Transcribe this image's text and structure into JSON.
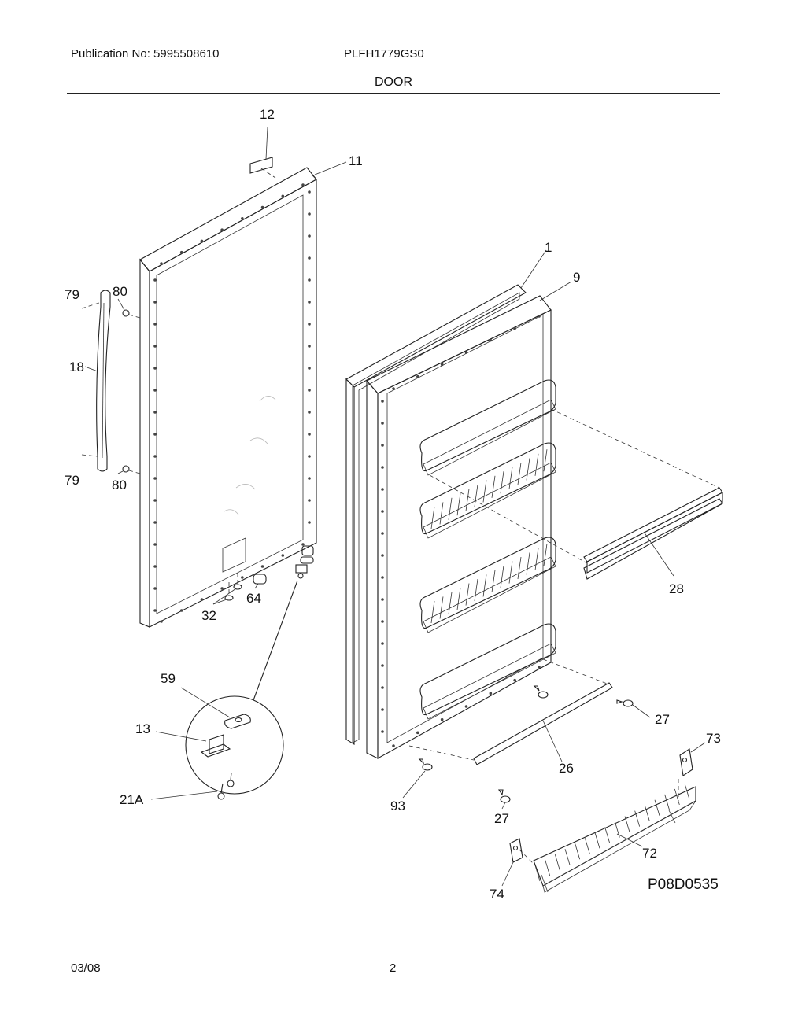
{
  "header": {
    "publication": "Publication No: 5995508610",
    "model": "PLFH1779GS0",
    "section": "DOOR"
  },
  "callouts": {
    "c12": "12",
    "c11": "11",
    "c1": "1",
    "c9": "9",
    "c79a": "79",
    "c80a": "80",
    "c18": "18",
    "c79b": "79",
    "c80b": "80",
    "c32": "32",
    "c64": "64",
    "c28": "28",
    "c59": "59",
    "c13": "13",
    "c21a": "21A",
    "c27a": "27",
    "c26": "26",
    "c93": "93",
    "c27b": "27",
    "c73": "73",
    "c72": "72",
    "c74": "74"
  },
  "drawing_code": "P08D0535",
  "footer": {
    "date": "03/08",
    "page": "2"
  }
}
